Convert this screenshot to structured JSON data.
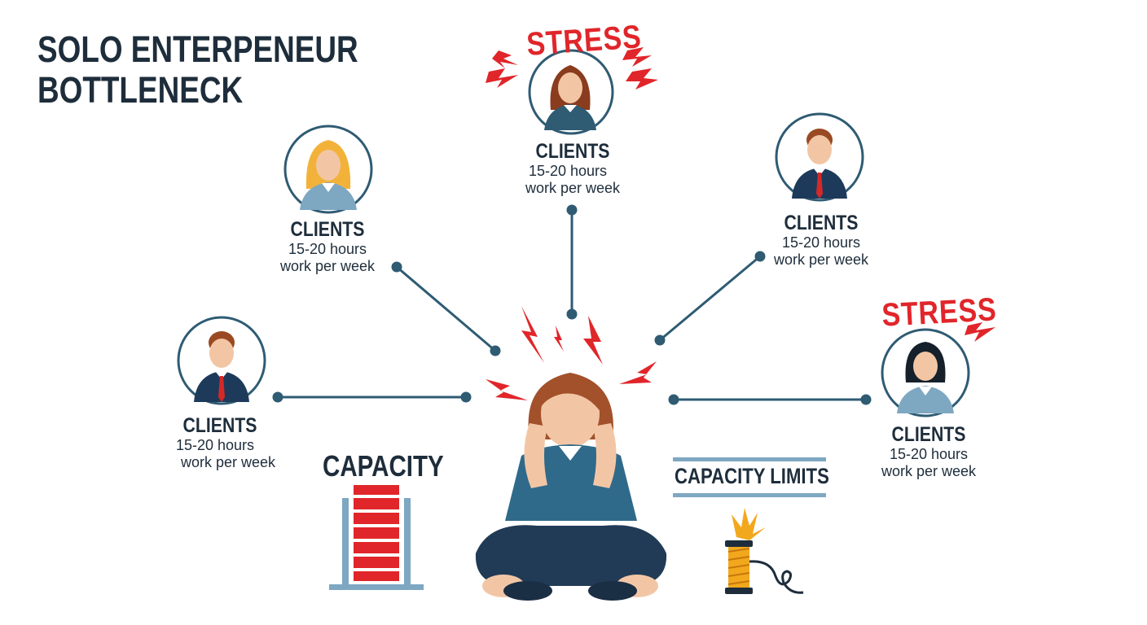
{
  "title": {
    "line1": "SOLO ENTERPENEUR",
    "line2": "BOTTLENECK"
  },
  "stress_label": "STRESS",
  "clients": [
    {
      "id": "top",
      "label": "CLIENTS",
      "line1": "15-20 hours",
      "line2": "work per week"
    },
    {
      "id": "upper-left",
      "label": "CLIENTS",
      "line1": "15-20 hours",
      "line2": "work per week"
    },
    {
      "id": "upper-right",
      "label": "CLIENTS",
      "line1": "15-20 hours",
      "line2": "work per week"
    },
    {
      "id": "left",
      "label": "CLIENTS",
      "line1": "15-20 hours",
      "line2": "work per week"
    },
    {
      "id": "right",
      "label": "CLIENTS",
      "line1": "15-20 hours",
      "line2": "work per week"
    }
  ],
  "capacity": {
    "label": "CAPACITY"
  },
  "capacity_limits": {
    "label": "CAPACITY LIMITS"
  },
  "colors": {
    "navy": "#1e2d3b",
    "red": "#e0262a",
    "teal": "#2f5b73",
    "steel": "#7ea7c2"
  }
}
